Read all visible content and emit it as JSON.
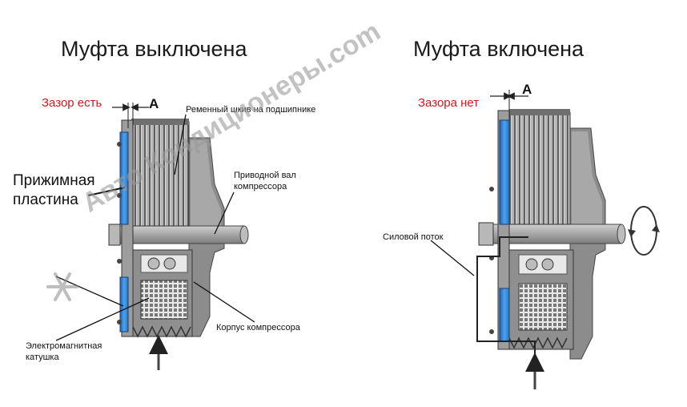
{
  "left": {
    "title": "Муфта выключена",
    "gap_label": "Зазор есть",
    "gap_letter": "A",
    "callouts": {
      "pulley": "Ременный шкив на подшипнике",
      "plate": "Прижимная пластина",
      "shaft": "Приводной вал компрессора",
      "housing": "Корпус компрессора",
      "coil": "Электромагнитная катушка"
    }
  },
  "right": {
    "title": "Муфта включена",
    "gap_label": "Зазора нет",
    "gap_letter": "A",
    "callouts": {
      "power_flow": "Силовой поток"
    }
  },
  "watermark": {
    "text": "Авто Кондиционеры.com",
    "icon": "snowflake-icon"
  },
  "colors": {
    "plate_blue": "#3a8fd8",
    "label_red": "#d0181c",
    "metal_gray": "#9a9a9a",
    "dark_gray": "#555555"
  }
}
